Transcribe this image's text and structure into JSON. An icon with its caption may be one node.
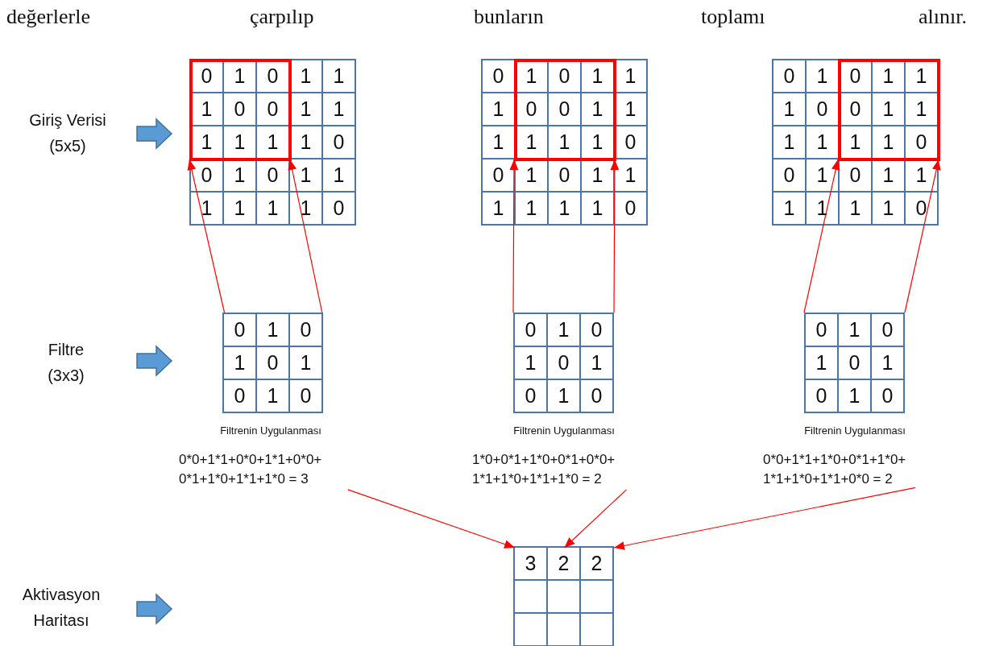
{
  "diagram": {
    "nodes": [
      {
        "text": [
          "0",
          "1",
          "0",
          "1",
          "1",
          "1",
          "0",
          "0",
          "1",
          "1",
          "1",
          "1",
          "1",
          "1",
          "0",
          "0",
          "1",
          "0",
          "1",
          "1",
          "1",
          "1",
          "1",
          "1",
          "0"
        ]
      },
      {
        "text": [
          "0",
          "1",
          "0",
          "1",
          "1",
          "1",
          "0",
          "0",
          "1",
          "1",
          "1",
          "1",
          "1",
          "1",
          "0",
          "0",
          "1",
          "0",
          "1",
          "1",
          "1",
          "1",
          "1",
          "1",
          "0"
        ]
      },
      {
        "text": [
          "0",
          "1",
          "0",
          "1",
          "1",
          "1",
          "0",
          "0",
          "1",
          "1",
          "1",
          "1",
          "1",
          "1",
          "0",
          "0",
          "1",
          "0",
          "1",
          "1",
          "1",
          "1",
          "1",
          "1",
          "0"
        ]
      },
      {
        "text": [
          "0",
          "1",
          "0",
          "1",
          "0",
          "1",
          "0",
          "1",
          "0"
        ]
      },
      {
        "text": [
          "0",
          "1",
          "0",
          "1",
          "0",
          "1",
          "0",
          "1",
          "0"
        ]
      },
      {
        "text": [
          "0",
          "1",
          "0",
          "1",
          "0",
          "1",
          "0",
          "1",
          "0"
        ]
      },
      {
        "text": [
          "Filtrenin Uygulanması",
          "0*0+1*1+0*0+1*1+0*0+ 0*1+1*0+1*1+1*0 = 3"
        ]
      },
      {
        "text": [
          "Filtrenin Uygulanması",
          "1*0+0*1+1*0+0*1+0*0+ 1*1+1*0+1*1+1*0 = 2"
        ]
      },
      {
        "text": [
          "Filtrenin Uygulanması",
          "0*0+1*1+1*0+0*1+1*0+ 1*1+1*0+1*1+0*0 = 2"
        ]
      },
      {
        "text": [],
        "shape": "box"
      },
      {
        "text": [
          "3"
        ],
        "in": 9
      },
      {
        "text": [
          "2"
        ],
        "in": 9
      },
      {
        "text": [
          "2"
        ],
        "in": 9
      },
      {
        "text": [],
        "shape": "box",
        "in": 9
      },
      {
        "text": [],
        "shape": "box",
        "in": 9
      },
      {
        "text": [],
        "shape": "box",
        "in": 9
      },
      {
        "text": [],
        "shape": "box",
        "in": 9
      },
      {
        "text": [],
        "shape": "box",
        "in": 9
      },
      {
        "text": [],
        "shape": "box",
        "in": 9
      }
    ],
    "edges": [
      {
        "from": 3,
        "to": 0,
        "arrow": "to"
      },
      {
        "from": 3,
        "to": 0,
        "arrow": "to"
      },
      {
        "from": 4,
        "to": 1,
        "arrow": "to"
      },
      {
        "from": 4,
        "to": 1,
        "arrow": "to"
      },
      {
        "from": 5,
        "to": 2,
        "arrow": "to"
      },
      {
        "from": 5,
        "to": 2,
        "arrow": "to"
      },
      {
        "from": 6,
        "to": 10,
        "arrow": "to"
      },
      {
        "from": 7,
        "to": 11,
        "arrow": "to"
      },
      {
        "from": 8,
        "to": 12,
        "arrow": "to"
      }
    ],
    "labels": [
      "değerlerle",
      "çarpılıp",
      "bunların",
      "toplamı",
      "alınır.",
      "Giriş Verisi (5x5)",
      "Filtre (3x3)",
      "Aktivasyon Haritası"
    ]
  }
}
